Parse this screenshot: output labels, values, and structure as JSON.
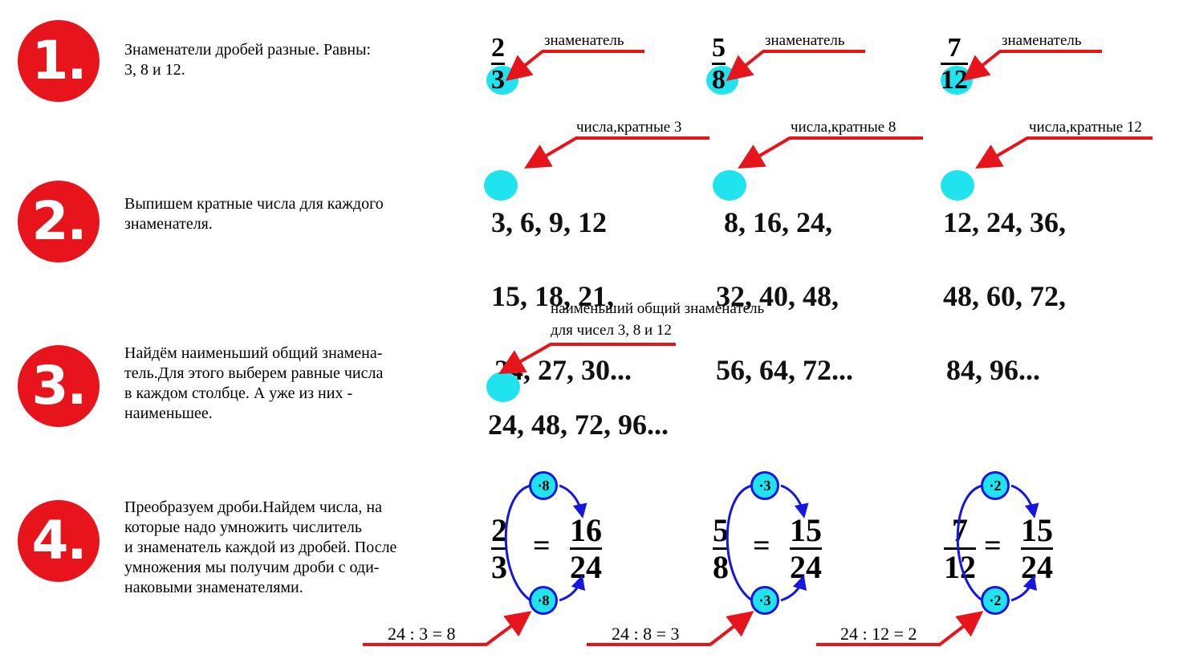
{
  "steps": [
    {
      "number": "1.",
      "text": "Знаменатели дробей разные. Равны:\n3, 8 и 12."
    },
    {
      "number": "2.",
      "text": "Выпишем  кратные числа для  каждого\nзнаменателя."
    },
    {
      "number": "3.",
      "text": "Найдём наименьший общий знамена-\nтель.Для этого выберем равные числа\nв каждом столбце. А уже из  них -\nнаименьшее."
    },
    {
      "number": "4.",
      "text": "Преобразуем  дроби.Найдем числа, на\nкоторые  надо  умножить числитель\nи знаменатель каждой из дробей. После\n умножения мы получим дроби с оди-\nнаковыми знаменателями."
    }
  ],
  "row1": {
    "label": "знаменатель",
    "fractions": [
      {
        "num": "2",
        "den": "3"
      },
      {
        "num": "5",
        "den": "8"
      },
      {
        "num": "7",
        "den": "12"
      }
    ]
  },
  "row2": {
    "columns": [
      {
        "label": "числа,кратные 3",
        "first": "3",
        "rest": ", 6, 9, 12",
        "line2": "15, 18, 21,",
        "line3": "24, 27, 30..."
      },
      {
        "label": "числа,кратные 8",
        "first": "8",
        "rest": ", 16, 24,",
        "line2": "32, 40, 48,",
        "line3": "56, 64, 72..."
      },
      {
        "label": "числа,кратные 12",
        "first": "12",
        "rest": ", 24, 36,",
        "line2": "48, 60, 72,",
        "line3": "84,  96..."
      }
    ]
  },
  "row3": {
    "label_line1": "наименьший общий знаменатель",
    "label_line2": "для чисел 3, 8 и 12",
    "first": "24",
    "rest": ", 48, 72, 96..."
  },
  "row4": {
    "equals": "=",
    "items": [
      {
        "num": "2",
        "den": "3",
        "new_num": "16",
        "new_den": "24",
        "multiplier": "·8",
        "division": "24 : 3 = 8"
      },
      {
        "num": "5",
        "den": "8",
        "new_num": "15",
        "new_den": "24",
        "multiplier": "·3",
        "division": "24 : 8 = 3"
      },
      {
        "num": "7",
        "den": "12",
        "new_num": "15",
        "new_den": "24",
        "multiplier": "·2",
        "division": "24 : 12 = 2"
      }
    ]
  },
  "colors": {
    "step_circle": "#e8141b",
    "highlight": "#1fe3ee",
    "pointer": "#e8141b",
    "arc": "#1616e0"
  }
}
